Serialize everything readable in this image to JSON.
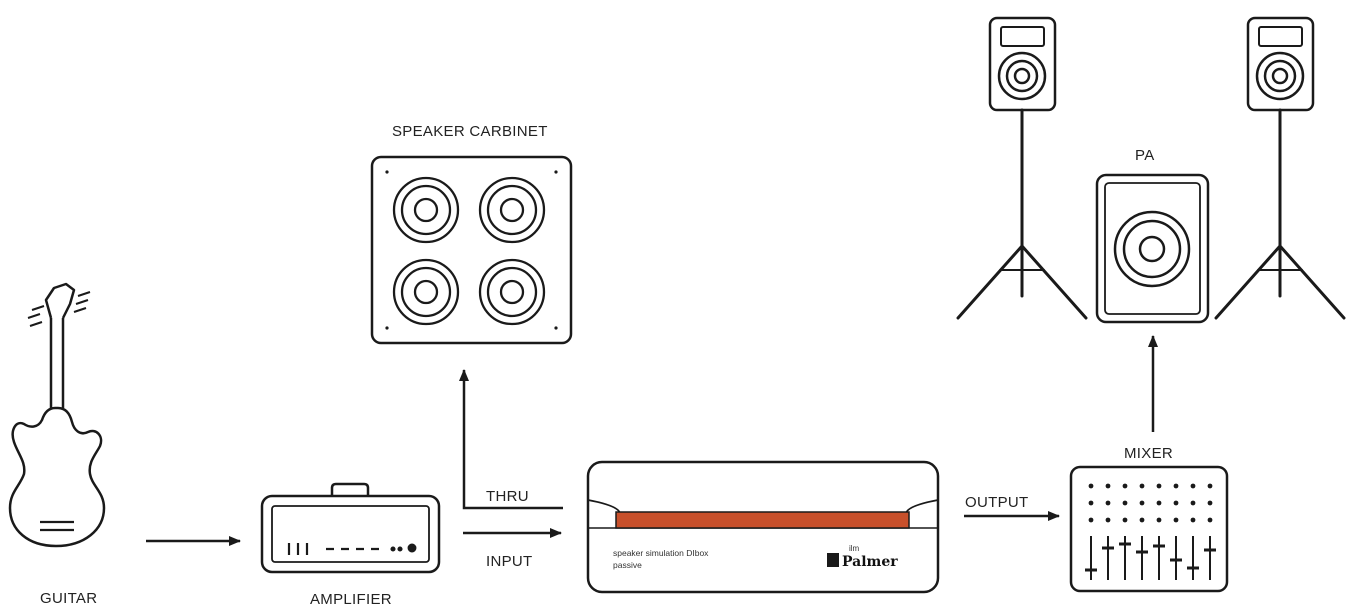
{
  "labels": {
    "guitar": "GUITAR",
    "amplifier": "AMPLIFIER",
    "speaker_cabinet": "SPEAKER CARBINET",
    "thru": "THRU",
    "input": "INPUT",
    "output": "OUTPUT",
    "mixer": "MIXER",
    "pa": "PA"
  },
  "dibox": {
    "line1": "speaker simulation DIbox",
    "line2": "passive",
    "brand_small": "ilm",
    "brand": "Palmer",
    "accent_color": "#c8502b"
  },
  "colors": {
    "stroke": "#1a1a1a",
    "background": "#ffffff"
  }
}
